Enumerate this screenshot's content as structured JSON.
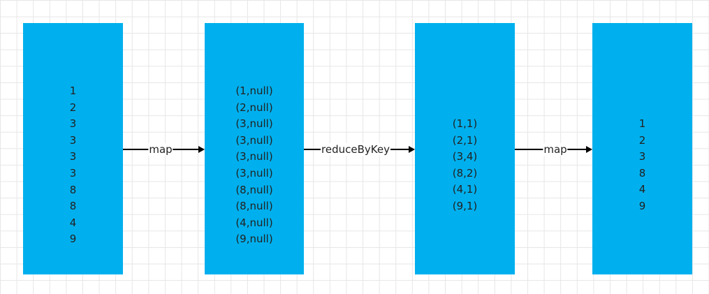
{
  "blocks": [
    {
      "items": [
        "1",
        "2",
        "3",
        "3",
        "3",
        "3",
        "8",
        "8",
        "4",
        "9"
      ]
    },
    {
      "items": [
        "(1,null)",
        "(2,null)",
        "(3,null)",
        "(3,null)",
        "(3,null)",
        "(3,null)",
        "(8,null)",
        "(8,null)",
        "(4,null)",
        "(9,null)"
      ]
    },
    {
      "items": [
        "(1,1)",
        "(2,1)",
        "(3,4)",
        "(8,2)",
        "(4,1)",
        "(9,1)"
      ]
    },
    {
      "items": [
        "1",
        "2",
        "3",
        "8",
        "4",
        "9"
      ]
    }
  ],
  "arrows": [
    {
      "label": "map"
    },
    {
      "label": "reduceByKey"
    },
    {
      "label": "map"
    }
  ],
  "colors": {
    "block": "#00b0ee",
    "grid": "#e6e6e6",
    "arrow": "#000000"
  }
}
